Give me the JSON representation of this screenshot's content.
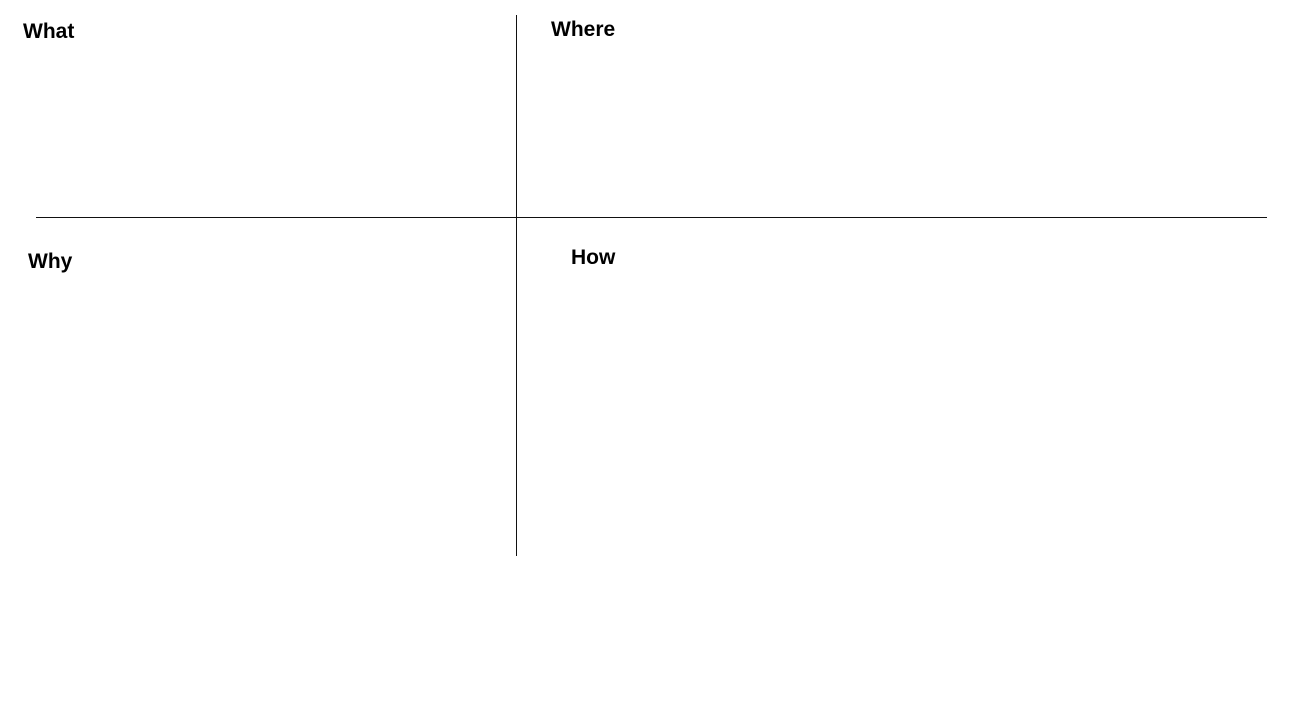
{
  "diagram": {
    "type": "four-quadrant-grid",
    "quadrants": [
      {
        "id": "what",
        "label": "What"
      },
      {
        "id": "where",
        "label": "Where"
      },
      {
        "id": "why",
        "label": "Why"
      },
      {
        "id": "how",
        "label": "How"
      }
    ],
    "colors": {
      "background": "#ffffff",
      "lines": "#111111",
      "text": "#000000"
    }
  }
}
